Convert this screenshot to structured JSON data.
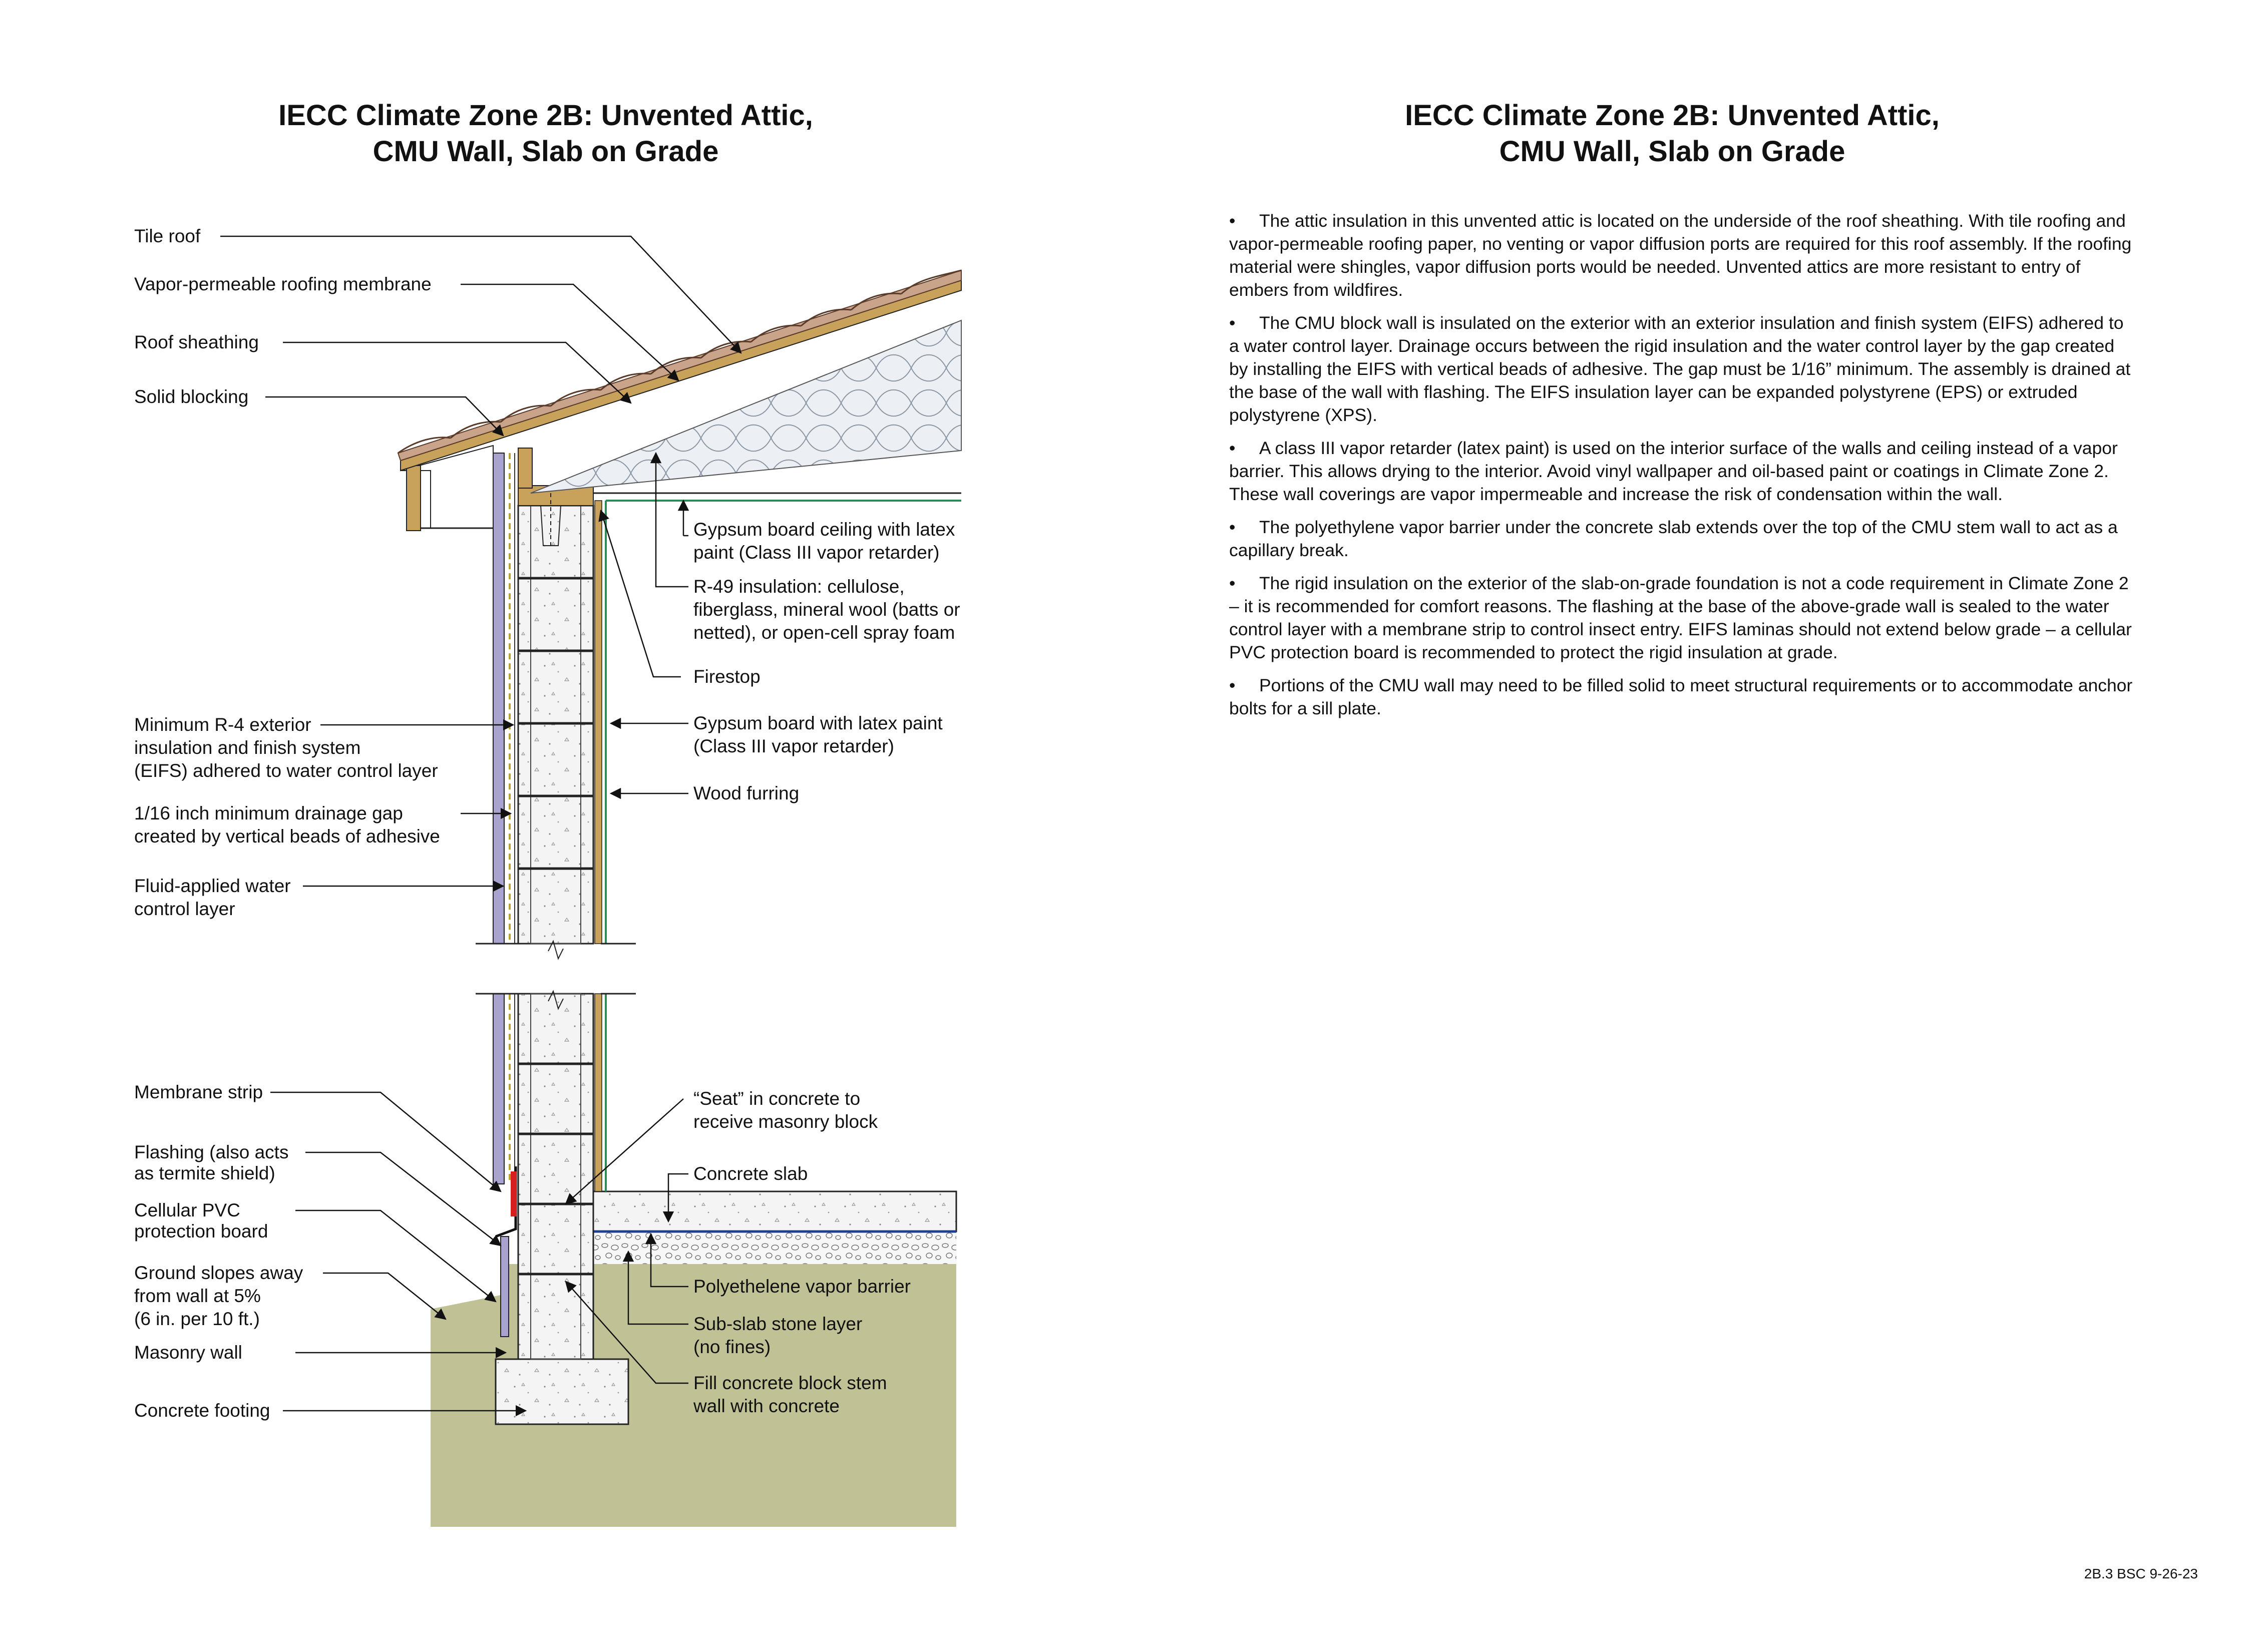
{
  "page": {
    "left_title": "IECC Climate Zone 2B: Unvented Attic,\nCMU Wall, Slab on Grade",
    "right_title": "IECC Climate Zone 2B: Unvented Attic,\nCMU Wall, Slab on Grade",
    "footer_code": "2B.3 BSC 9-26-23"
  },
  "labels": {
    "tile_roof": [
      "Tile roof"
    ],
    "roofing_membrane": [
      "Vapor-permeable roofing membrane"
    ],
    "roof_sheathing": [
      "Roof sheathing"
    ],
    "solid_blocking": [
      "Solid blocking"
    ],
    "gypsum_ceiling": [
      "Gypsum board ceiling with latex",
      "paint (Class III vapor retarder)"
    ],
    "r49_insulation": [
      "R-49 insulation: cellulose,",
      "fiberglass, mineral wool (batts or",
      "netted), or open-cell spray foam"
    ],
    "firestop": [
      "Firestop"
    ],
    "eifs": [
      "Minimum R-4 exterior",
      "insulation and finish system",
      "(EIFS) adhered to water control layer"
    ],
    "gypsum_wall": [
      "Gypsum board with latex paint",
      "(Class III vapor retarder)"
    ],
    "drainage_gap": [
      "1/16 inch minimum drainage gap",
      "created by vertical beads of adhesive"
    ],
    "wood_furring": [
      "Wood furring"
    ],
    "water_control": [
      "Fluid-applied water",
      "control layer"
    ],
    "membrane_strip": [
      "Membrane strip"
    ],
    "seat": [
      "“Seat” in concrete to",
      "receive masonry block"
    ],
    "flashing": [
      "Flashing (also acts",
      "as termite shield)"
    ],
    "concrete_slab": [
      "Concrete slab"
    ],
    "pvc_board": [
      "Cellular PVC",
      "protection board"
    ],
    "ground_slope": [
      "Ground slopes away",
      "from wall at 5%",
      "(6 in. per 10 ft.)"
    ],
    "vapor_barrier": [
      "Polyethelene vapor barrier"
    ],
    "stone_layer": [
      "Sub-slab stone layer",
      "(no fines)"
    ],
    "masonry_wall": [
      "Masonry wall"
    ],
    "fill_block": [
      "Fill concrete block stem",
      "wall with concrete"
    ],
    "concrete_footing": [
      "Concrete footing"
    ]
  },
  "notes": [
    "The attic insulation in this unvented attic is located on the underside of the roof sheathing. With tile roofing and vapor-permeable roofing paper, no venting or vapor diffusion ports are required for this roof assembly. If the roofing material were shingles, vapor diffusion ports would be needed. Unvented attics are more resistant to entry of embers from wildfires.",
    "The CMU block wall is insulated on the exterior with an exterior insulation and finish system (EIFS) adhered to a water control layer. Drainage occurs between the rigid insulation and the water control layer by the gap created by installing the EIFS with vertical beads of adhesive. The gap must be 1/16” minimum. The assembly is drained at the base of the wall with flashing. The EIFS insulation layer can be expanded polystyrene (EPS) or extruded polystyrene (XPS).",
    "A class III vapor retarder (latex paint) is used on the interior surface of the walls and ceiling instead of a vapor barrier. This allows drying to the interior. Avoid vinyl wallpaper and oil-based paint or coatings in Climate Zone 2. These wall coverings are vapor impermeable and increase the risk of condensation within the wall.",
    "The polyethylene vapor barrier under the concrete slab extends over the top of the CMU stem wall to act as a capillary break.",
    "The rigid insulation on the exterior of the slab-on-grade foundation is not a code requirement in Climate Zone 2 – it is recommended for comfort reasons. The flashing at the base of the above-grade wall is sealed to the water control layer with a membrane strip to control insect entry. EIFS laminas should not extend below grade – a cellular PVC protection board is recommended to protect the rigid insulation at grade.",
    "Portions of the CMU wall may need to be filled solid to meet structural requirements or to accommodate anchor bolts for a sill plate."
  ],
  "bullet_char": "•",
  "colors": {
    "soil": "#c0c296",
    "tile": "#c9a48b",
    "eifs": "#a9a3cf",
    "vapor_retarder_line": "#2e8b57",
    "vapor_barrier_line": "#1f3f8f",
    "membrane_strip": "#d62020",
    "concrete": "#f2f2f2",
    "wood": "#c8a15a"
  }
}
